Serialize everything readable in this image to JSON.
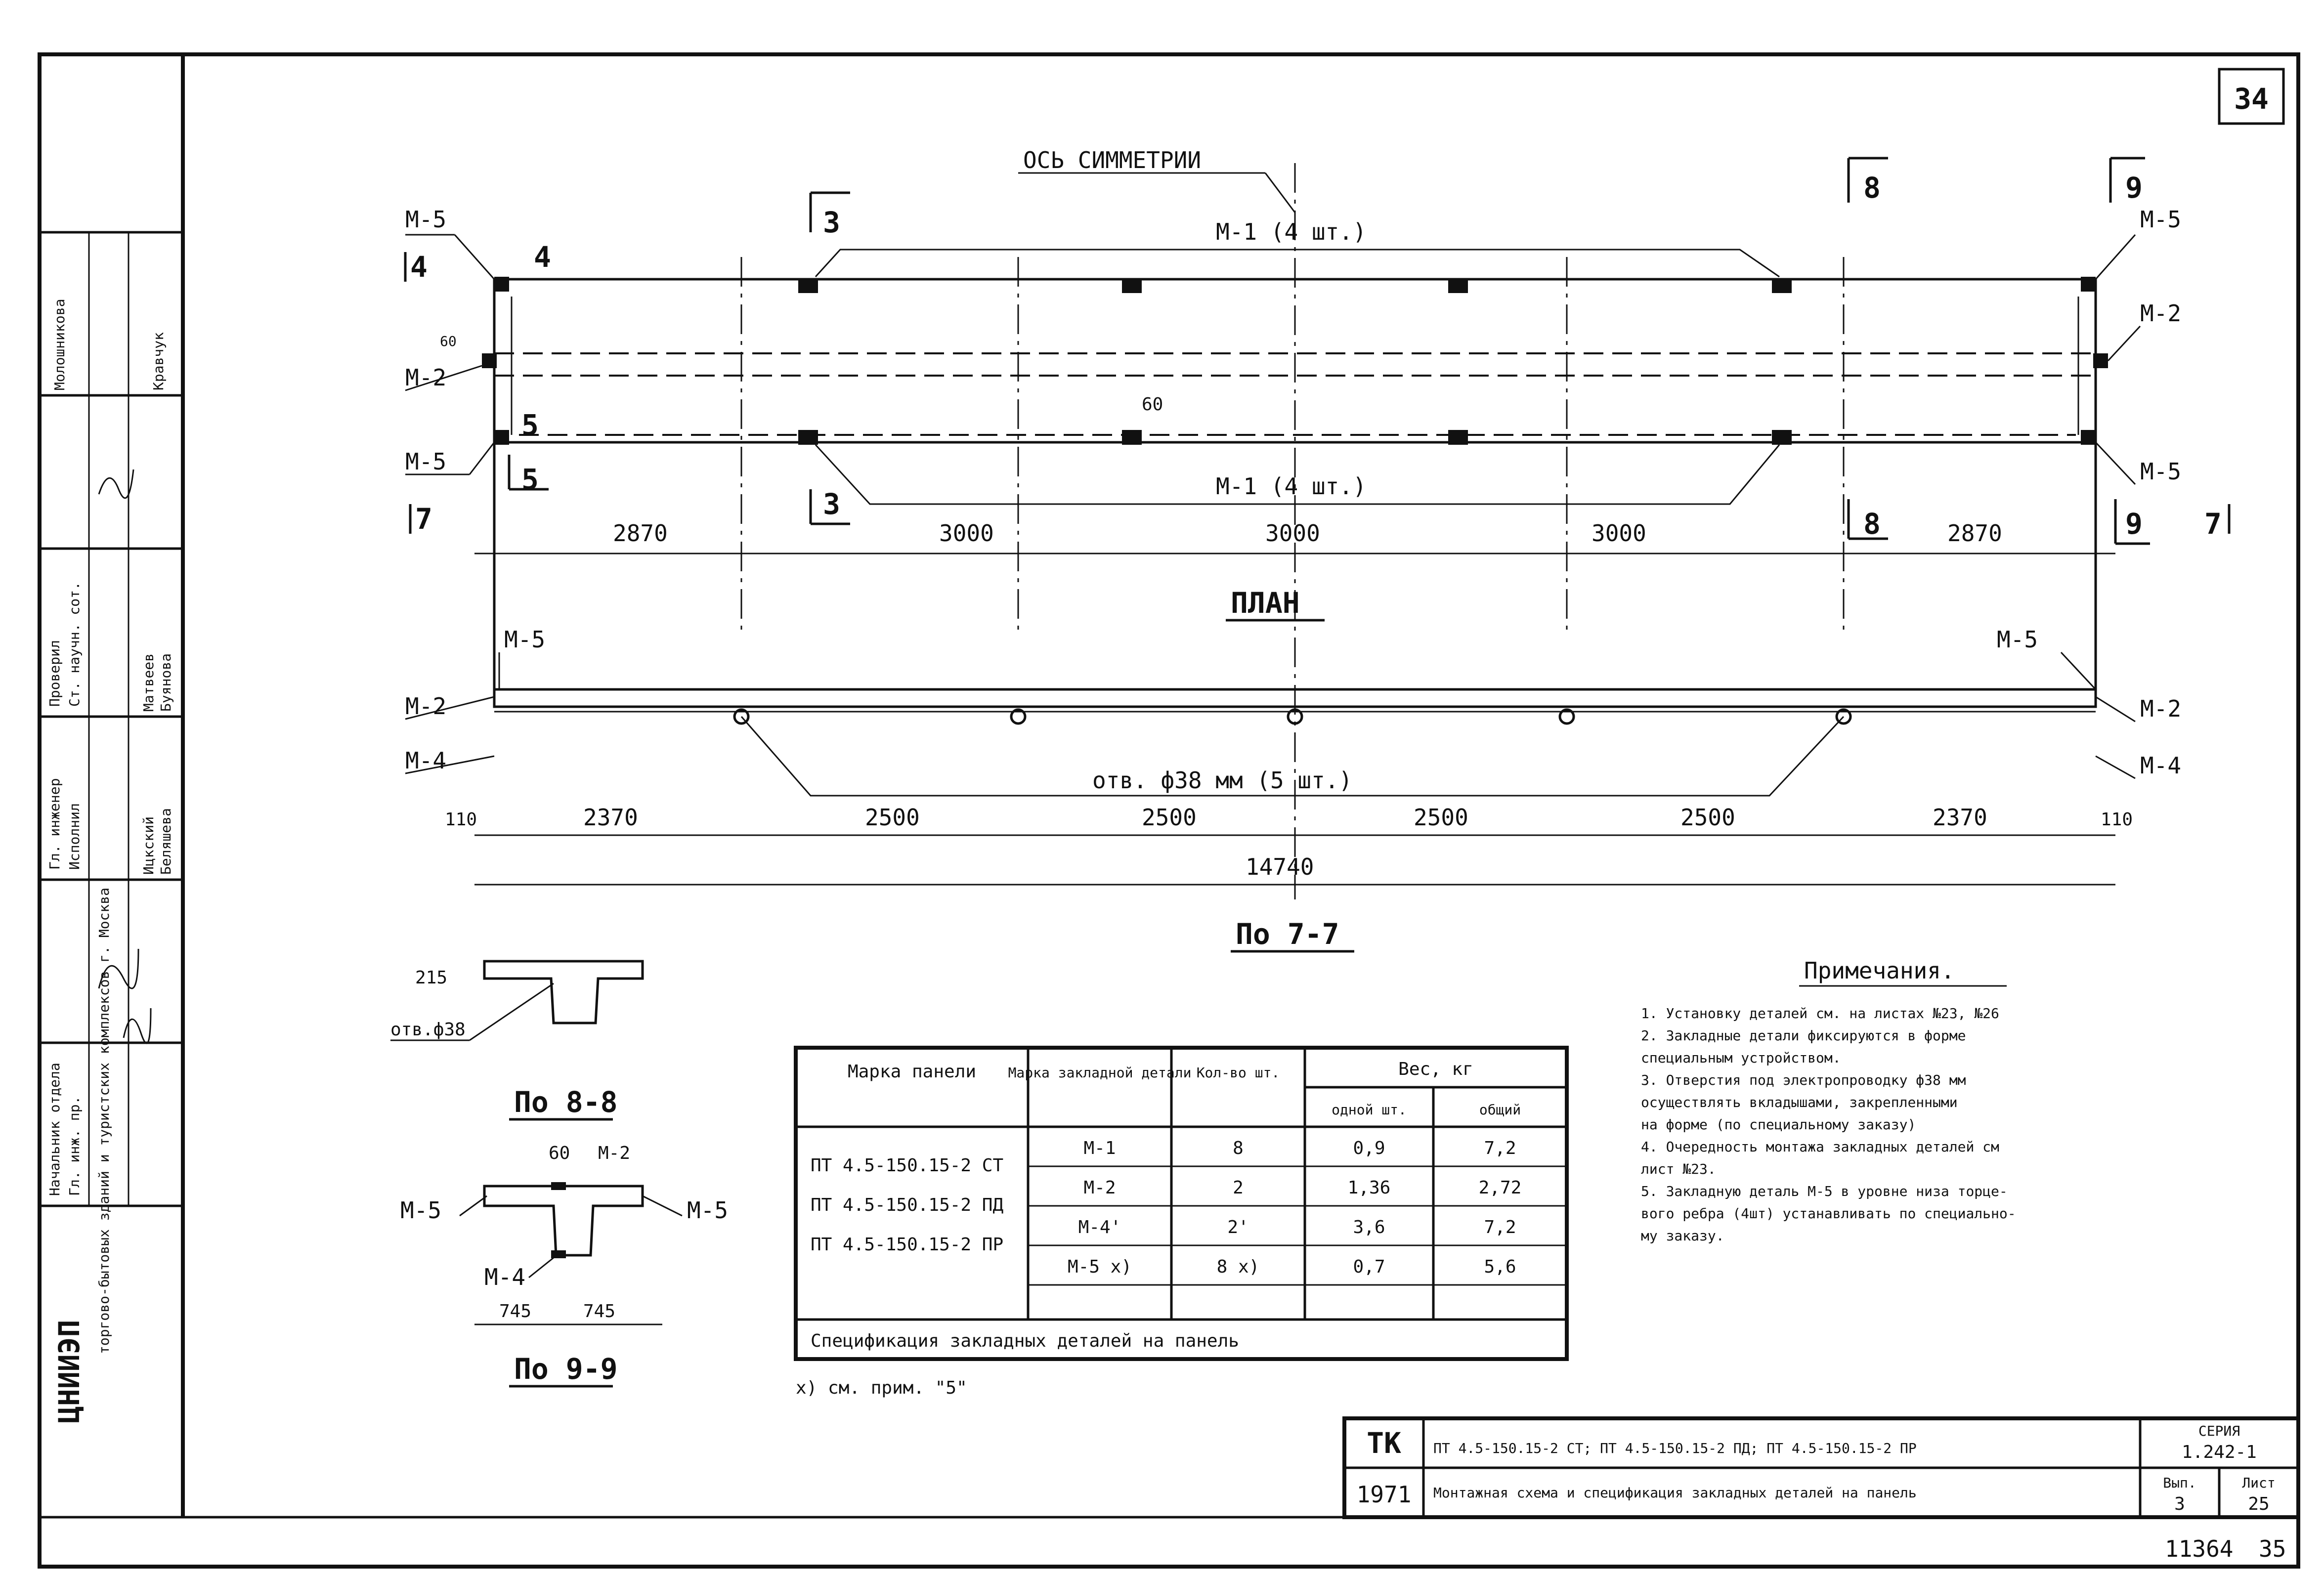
{
  "sheet_number": "34",
  "page_corner": "35",
  "archive_number": "11364",
  "symmetry_axis_label": "ОСЬ СИММЕТРИИ",
  "plan_label": "ПЛАН",
  "section_labels": {
    "s77": "По 7-7",
    "s88": "По 8-8",
    "s99": "По 9-9"
  },
  "cut_markers": [
    "3",
    "3",
    "4",
    "4",
    "5",
    "5",
    "7",
    "7",
    "8",
    "8",
    "9",
    "9"
  ],
  "marks": {
    "m1_top": "М-1 (4 шт.)",
    "m1_bottom": "М-1 (4 шт.)",
    "m2": "М-2",
    "m4": "М-4",
    "m5": "М-5",
    "holes": "отв. ф38 мм (5 шт.)",
    "m4_sec": "М-4",
    "m2_sec": "М-2",
    "hole_sec": "отв.ф38"
  },
  "dims": {
    "top_row": [
      "2870",
      "3000",
      "3000",
      "3000",
      "2870"
    ],
    "bottom_row": [
      "110",
      "2370",
      "2500",
      "2500",
      "2500",
      "2500",
      "2370",
      "110"
    ],
    "total": "14740",
    "rib_60_top": "60",
    "rib_60_mid": "60",
    "sec_215": "215",
    "sec_60": "60",
    "sec_745_left": "745",
    "sec_745_right": "745"
  },
  "notes": {
    "title": "Примечания.",
    "items": [
      "1. Установку деталей см. на листах №23, №26",
      "2. Закладные детали фиксируются в форме",
      "    специальным устройством.",
      "3. Отверстия под электропроводку ф38 мм",
      "    осуществлять вкладышами, закрепленными",
      "    на форме (по специальному заказу)",
      "4. Очередность монтажа закладных деталей см",
      "    лист №23.",
      "5. Закладную деталь М-5 в уровне низа торце-",
      "    вого ребра (4шт) устанавливать по специально-",
      "    му заказу."
    ]
  },
  "spec_table": {
    "caption": "Спецификация закладных деталей на панель",
    "headers": {
      "panel_mark": "Марка панели",
      "detail_mark": "Марка закладной детали",
      "qty": "Кол-во шт.",
      "weight": "Вес, кг",
      "w_one": "одной шт.",
      "w_total": "общий"
    },
    "panels": [
      "ПТ 4.5-150.15-2 СТ",
      "ПТ 4.5-150.15-2 ПД",
      "ПТ 4.5-150.15-2 ПР"
    ],
    "rows": [
      {
        "mark": "М-1",
        "qty": "8",
        "one": "0,9",
        "total": "7,2"
      },
      {
        "mark": "М-2",
        "qty": "2",
        "one": "1,36",
        "total": "2,72"
      },
      {
        "mark": "М-4'",
        "qty": "2'",
        "one": "3,6",
        "total": "7,2"
      },
      {
        "mark": "М-5 x)",
        "qty": "8 x)",
        "one": "0,7",
        "total": "5,6"
      }
    ],
    "footnote": "x) см. прим. \"5\""
  },
  "title_block": {
    "org": "ТК",
    "year": "1971",
    "panel_names": "ПТ 4.5-150.15-2 СТ; ПТ 4.5-150.15-2 ПД; ПТ 4.5-150.15-2 ПР",
    "sheet_title": "Монтажная схема и спецификация закладных деталей на панель",
    "series_label": "СЕРИЯ",
    "series": "1.242-1",
    "issue_label": "Вып.",
    "issue": "3",
    "sheet_label": "Лист",
    "sheet": "25"
  },
  "left_stamp": {
    "institute": "ЦНИИЭП",
    "institute_full": "торгово-бытовых зданий и туристских комплексов г. Москва",
    "roles": [
      "Начальник отдела",
      "Гл. инж. пр.",
      "Гл. инженер",
      "Исполнил",
      "Проверил",
      "Ст. научн. сот."
    ],
    "names": [
      "Ицкский",
      "Беляшева",
      "Матвеев",
      "Буянова",
      "Молошникова",
      "Кравчук"
    ]
  }
}
